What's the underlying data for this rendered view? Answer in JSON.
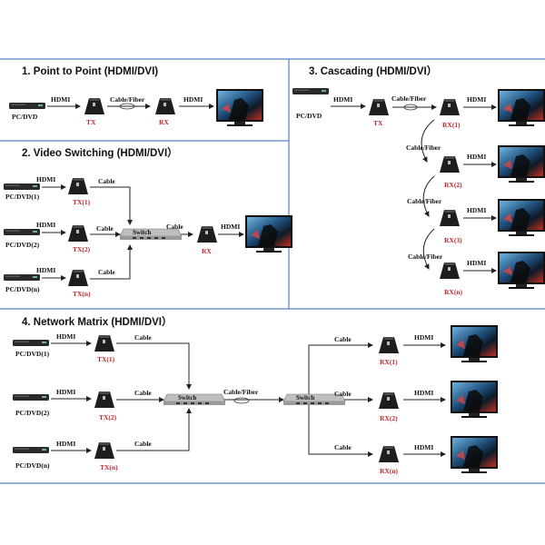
{
  "panels": {
    "p1": {
      "title": "1. Point to Point (HDMI/DVI)",
      "source": "PC/DVD",
      "hdmi_in": "HDMI",
      "link": "Cable/Fiber",
      "tx": "TX",
      "rx": "RX",
      "hdmi_out": "HDMI"
    },
    "p2": {
      "title": "2. Video Switching (HDMI/DVI）",
      "sources": [
        "PC/DVD(1)",
        "PC/DVD(2)",
        "PC/DVD(n)"
      ],
      "hdmi": "HDMI",
      "txs": [
        "TX(1)",
        "TX(2)",
        "TX(n)"
      ],
      "cable": "Cable",
      "switch": "Switch",
      "rx": "RX"
    },
    "p3": {
      "title": "3. Cascading (HDMI/DVI）",
      "source": "PC/DVD",
      "hdmi": "HDMI",
      "link": "Cable/Fiber",
      "tx": "TX",
      "rxs": [
        "RX(1)",
        "RX(2)",
        "RX(3)",
        "RX(n)"
      ]
    },
    "p4": {
      "title": "4. Network Matrix (HDMI/DVI）",
      "sources": [
        "PC/DVD(1)",
        "PC/DVD(2)",
        "PC/DVD(n)"
      ],
      "hdmi": "HDMI",
      "txs": [
        "TX(1)",
        "TX(2)",
        "TX(n)"
      ],
      "cable": "Cable",
      "switch": "Switch",
      "link": "Cable/Fiber",
      "rxs": [
        "RX(1)",
        "RX(2)",
        "RX(n)"
      ]
    }
  },
  "colors": {
    "divider": "#5b7fc4",
    "label_red": "#c0262d"
  }
}
